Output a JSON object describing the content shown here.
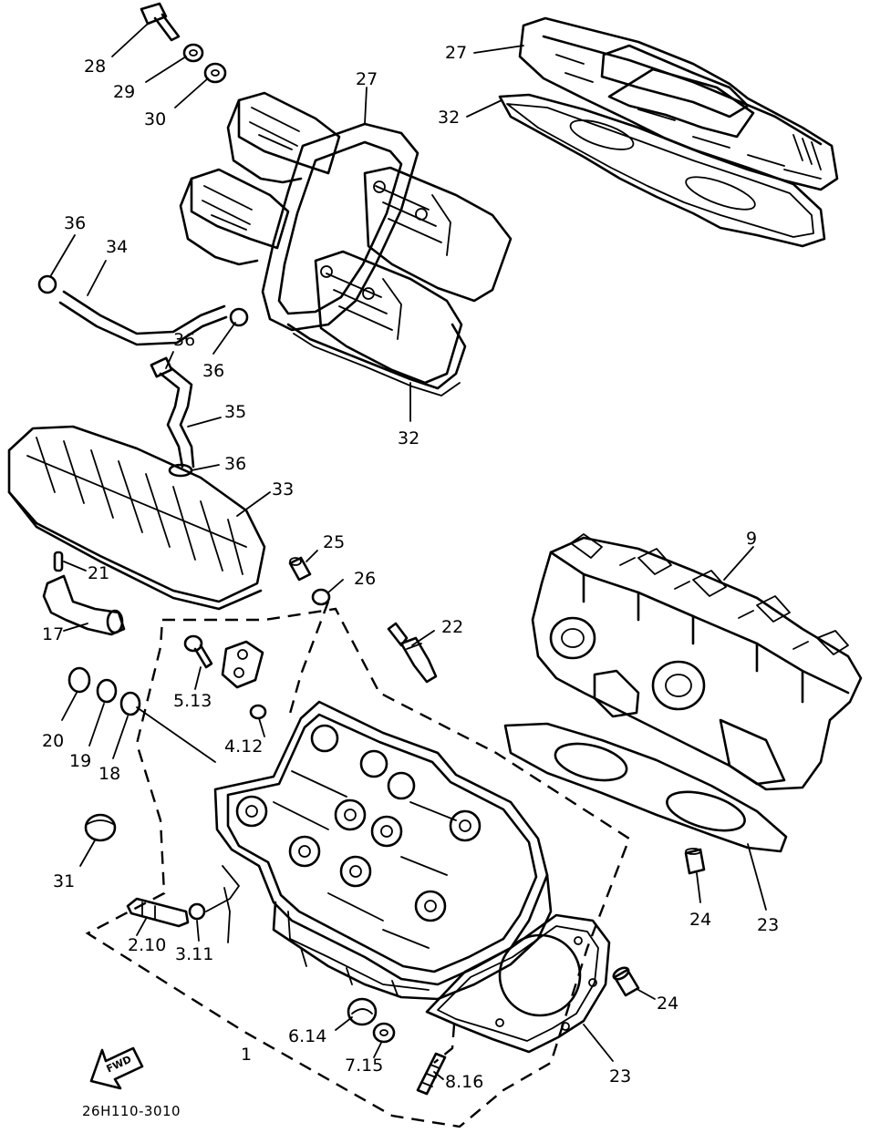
{
  "callouts": {
    "c1": "1",
    "c2_10": "2.10",
    "c3_11": "3.11",
    "c4_12": "4.12",
    "c5_13": "5.13",
    "c6_14": "6.14",
    "c7_15": "7.15",
    "c8_16": "8.16",
    "c9": "9",
    "c17": "17",
    "c18": "18",
    "c19": "19",
    "c20": "20",
    "c21": "21",
    "c22": "22",
    "c23a": "23",
    "c23b": "23",
    "c24a": "24",
    "c24b": "24",
    "c25": "25",
    "c26": "26",
    "c27a": "27",
    "c27b": "27",
    "c28": "28",
    "c29": "29",
    "c30": "30",
    "c31": "31",
    "c32a": "32",
    "c32b": "32",
    "c33": "33",
    "c34": "34",
    "c35": "35",
    "c36a": "36",
    "c36b": "36",
    "c36c": "36",
    "c36d": "36"
  },
  "fwd_label": "FWD",
  "diagram_code": "26H110-3010"
}
